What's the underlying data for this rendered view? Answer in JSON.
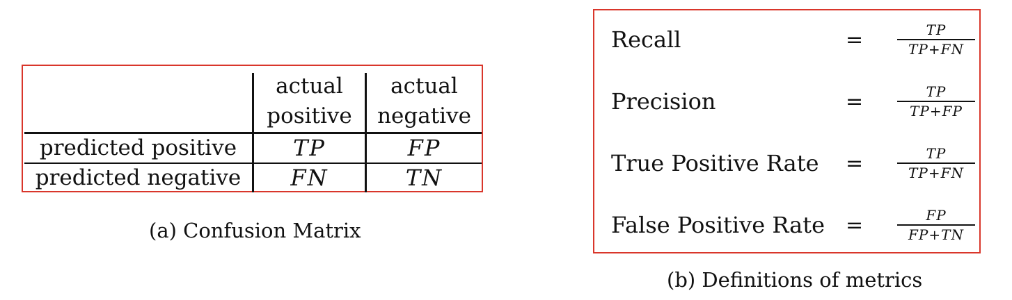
{
  "matrix": {
    "headers": [
      {
        "line1": "actual",
        "line2": "positive"
      },
      {
        "line1": "actual",
        "line2": "negative"
      }
    ],
    "rows": [
      {
        "label": "predicted positive",
        "cells": [
          "TP",
          "FP"
        ]
      },
      {
        "label": "predicted negative",
        "cells": [
          "FN",
          "TN"
        ]
      }
    ],
    "caption": "(a) Confusion Matrix"
  },
  "definitions": {
    "items": [
      {
        "name": "Recall",
        "eq": "=",
        "numerator": "TP",
        "denominator": "TP+FN"
      },
      {
        "name": "Precision",
        "eq": "=",
        "numerator": "TP",
        "denominator": "TP+FP"
      },
      {
        "name": "True Positive Rate",
        "eq": "=",
        "numerator": "TP",
        "denominator": "TP+FN"
      },
      {
        "name": "False Positive Rate",
        "eq": "=",
        "numerator": "FP",
        "denominator": "FP+TN"
      }
    ],
    "caption": "(b) Definitions of metrics"
  },
  "colors": {
    "box_border": "#d9362b",
    "text": "#111111"
  }
}
